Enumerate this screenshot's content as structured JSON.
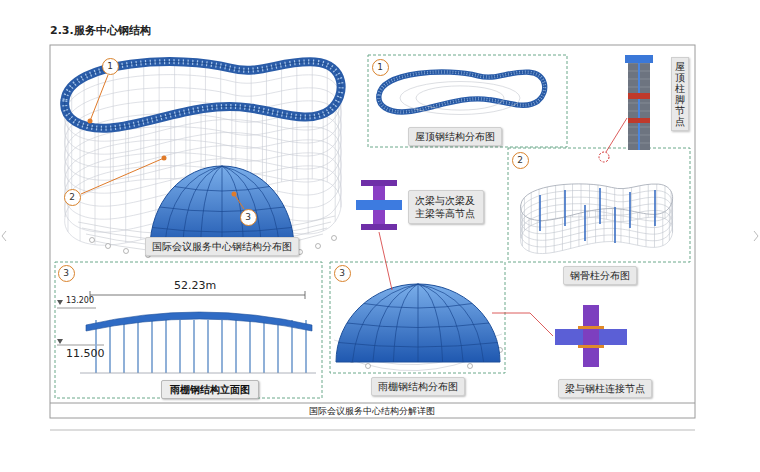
{
  "diagram": {
    "title": "2.3.服务中心钢结构",
    "caption": "国际会议服务中心结构分解详图",
    "nodes": [
      {
        "text": [
          "1"
        ]
      },
      {
        "text": [
          "2"
        ]
      },
      {
        "text": [
          "3"
        ]
      },
      {
        "text": [
          "国际会议服务中心钢结构分布图"
        ]
      },
      {
        "text": [
          "1"
        ]
      },
      {
        "text": [
          "屋顶钢结构分布图"
        ]
      },
      {
        "text": [
          "屋顶柱脚节点"
        ]
      },
      {
        "text": [
          "2"
        ]
      },
      {
        "text": [
          "钢骨柱分布图"
        ]
      },
      {
        "text": [
          "次梁与次梁及主梁等高节点"
        ]
      },
      {
        "text": [
          "3"
        ]
      },
      {
        "text": [
          "雨棚钢结构立面图"
        ]
      },
      {
        "text": [
          "3"
        ]
      },
      {
        "text": [
          "雨棚钢结构分布图"
        ]
      },
      {
        "text": [
          "梁与钢柱连接节点"
        ]
      }
    ],
    "labels": [
      "52.23m",
      "13.200",
      "11.500"
    ]
  }
}
